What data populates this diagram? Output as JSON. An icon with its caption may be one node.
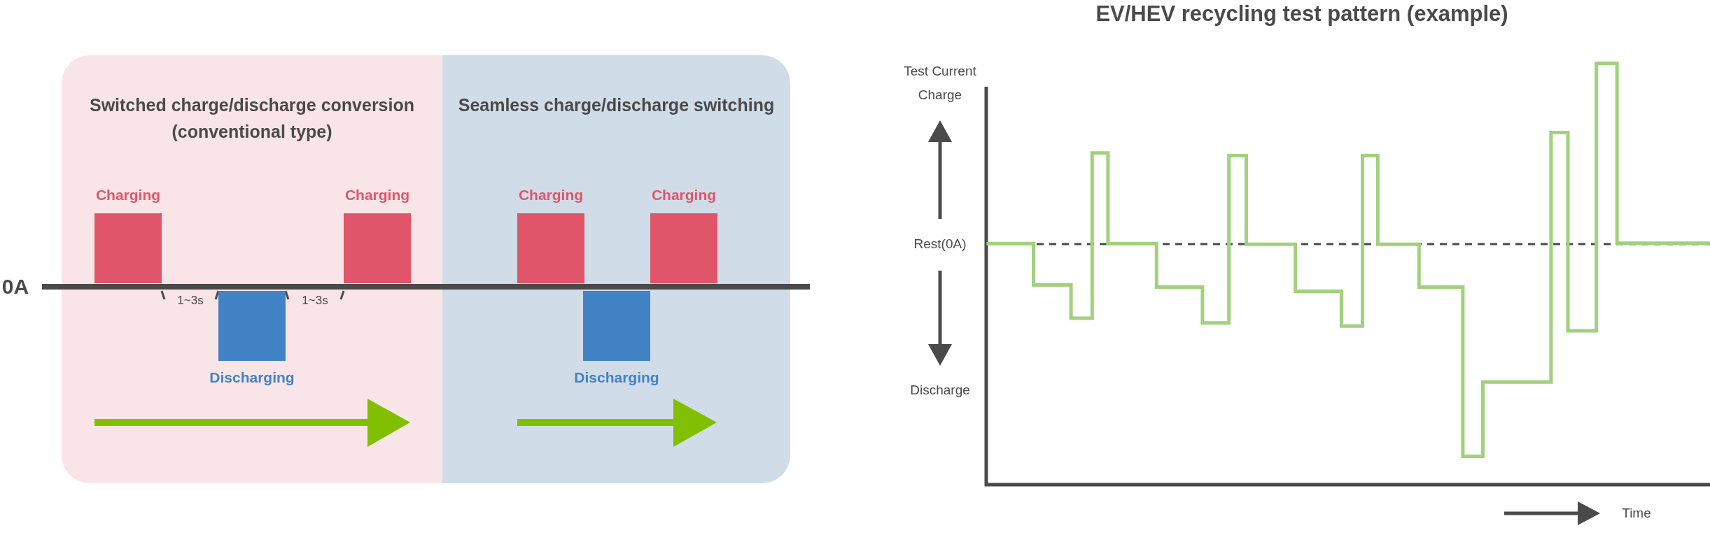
{
  "diagram": {
    "title": "EV/HEV recycling test pattern (example)",
    "nodes": [
      {
        "text": [
          "Switched charge/discharge conversion (conventional type)"
        ]
      },
      {
        "text": [
          "Charging"
        ],
        "in": 0
      },
      {
        "text": [
          "Discharging"
        ],
        "in": 0
      },
      {
        "text": [
          "Charging"
        ],
        "in": 0
      },
      {
        "text": [
          "Seamless charge/discharge switching"
        ]
      },
      {
        "text": [
          "Charging"
        ],
        "in": 4
      },
      {
        "text": [
          "Discharging"
        ],
        "in": 4
      },
      {
        "text": [
          "Charging"
        ],
        "in": 4
      }
    ],
    "labels": [
      "0A",
      "1~3s",
      "1~3s",
      "Test Current",
      "Charge",
      "Rest(0A)",
      "Discharge",
      "Time"
    ]
  }
}
